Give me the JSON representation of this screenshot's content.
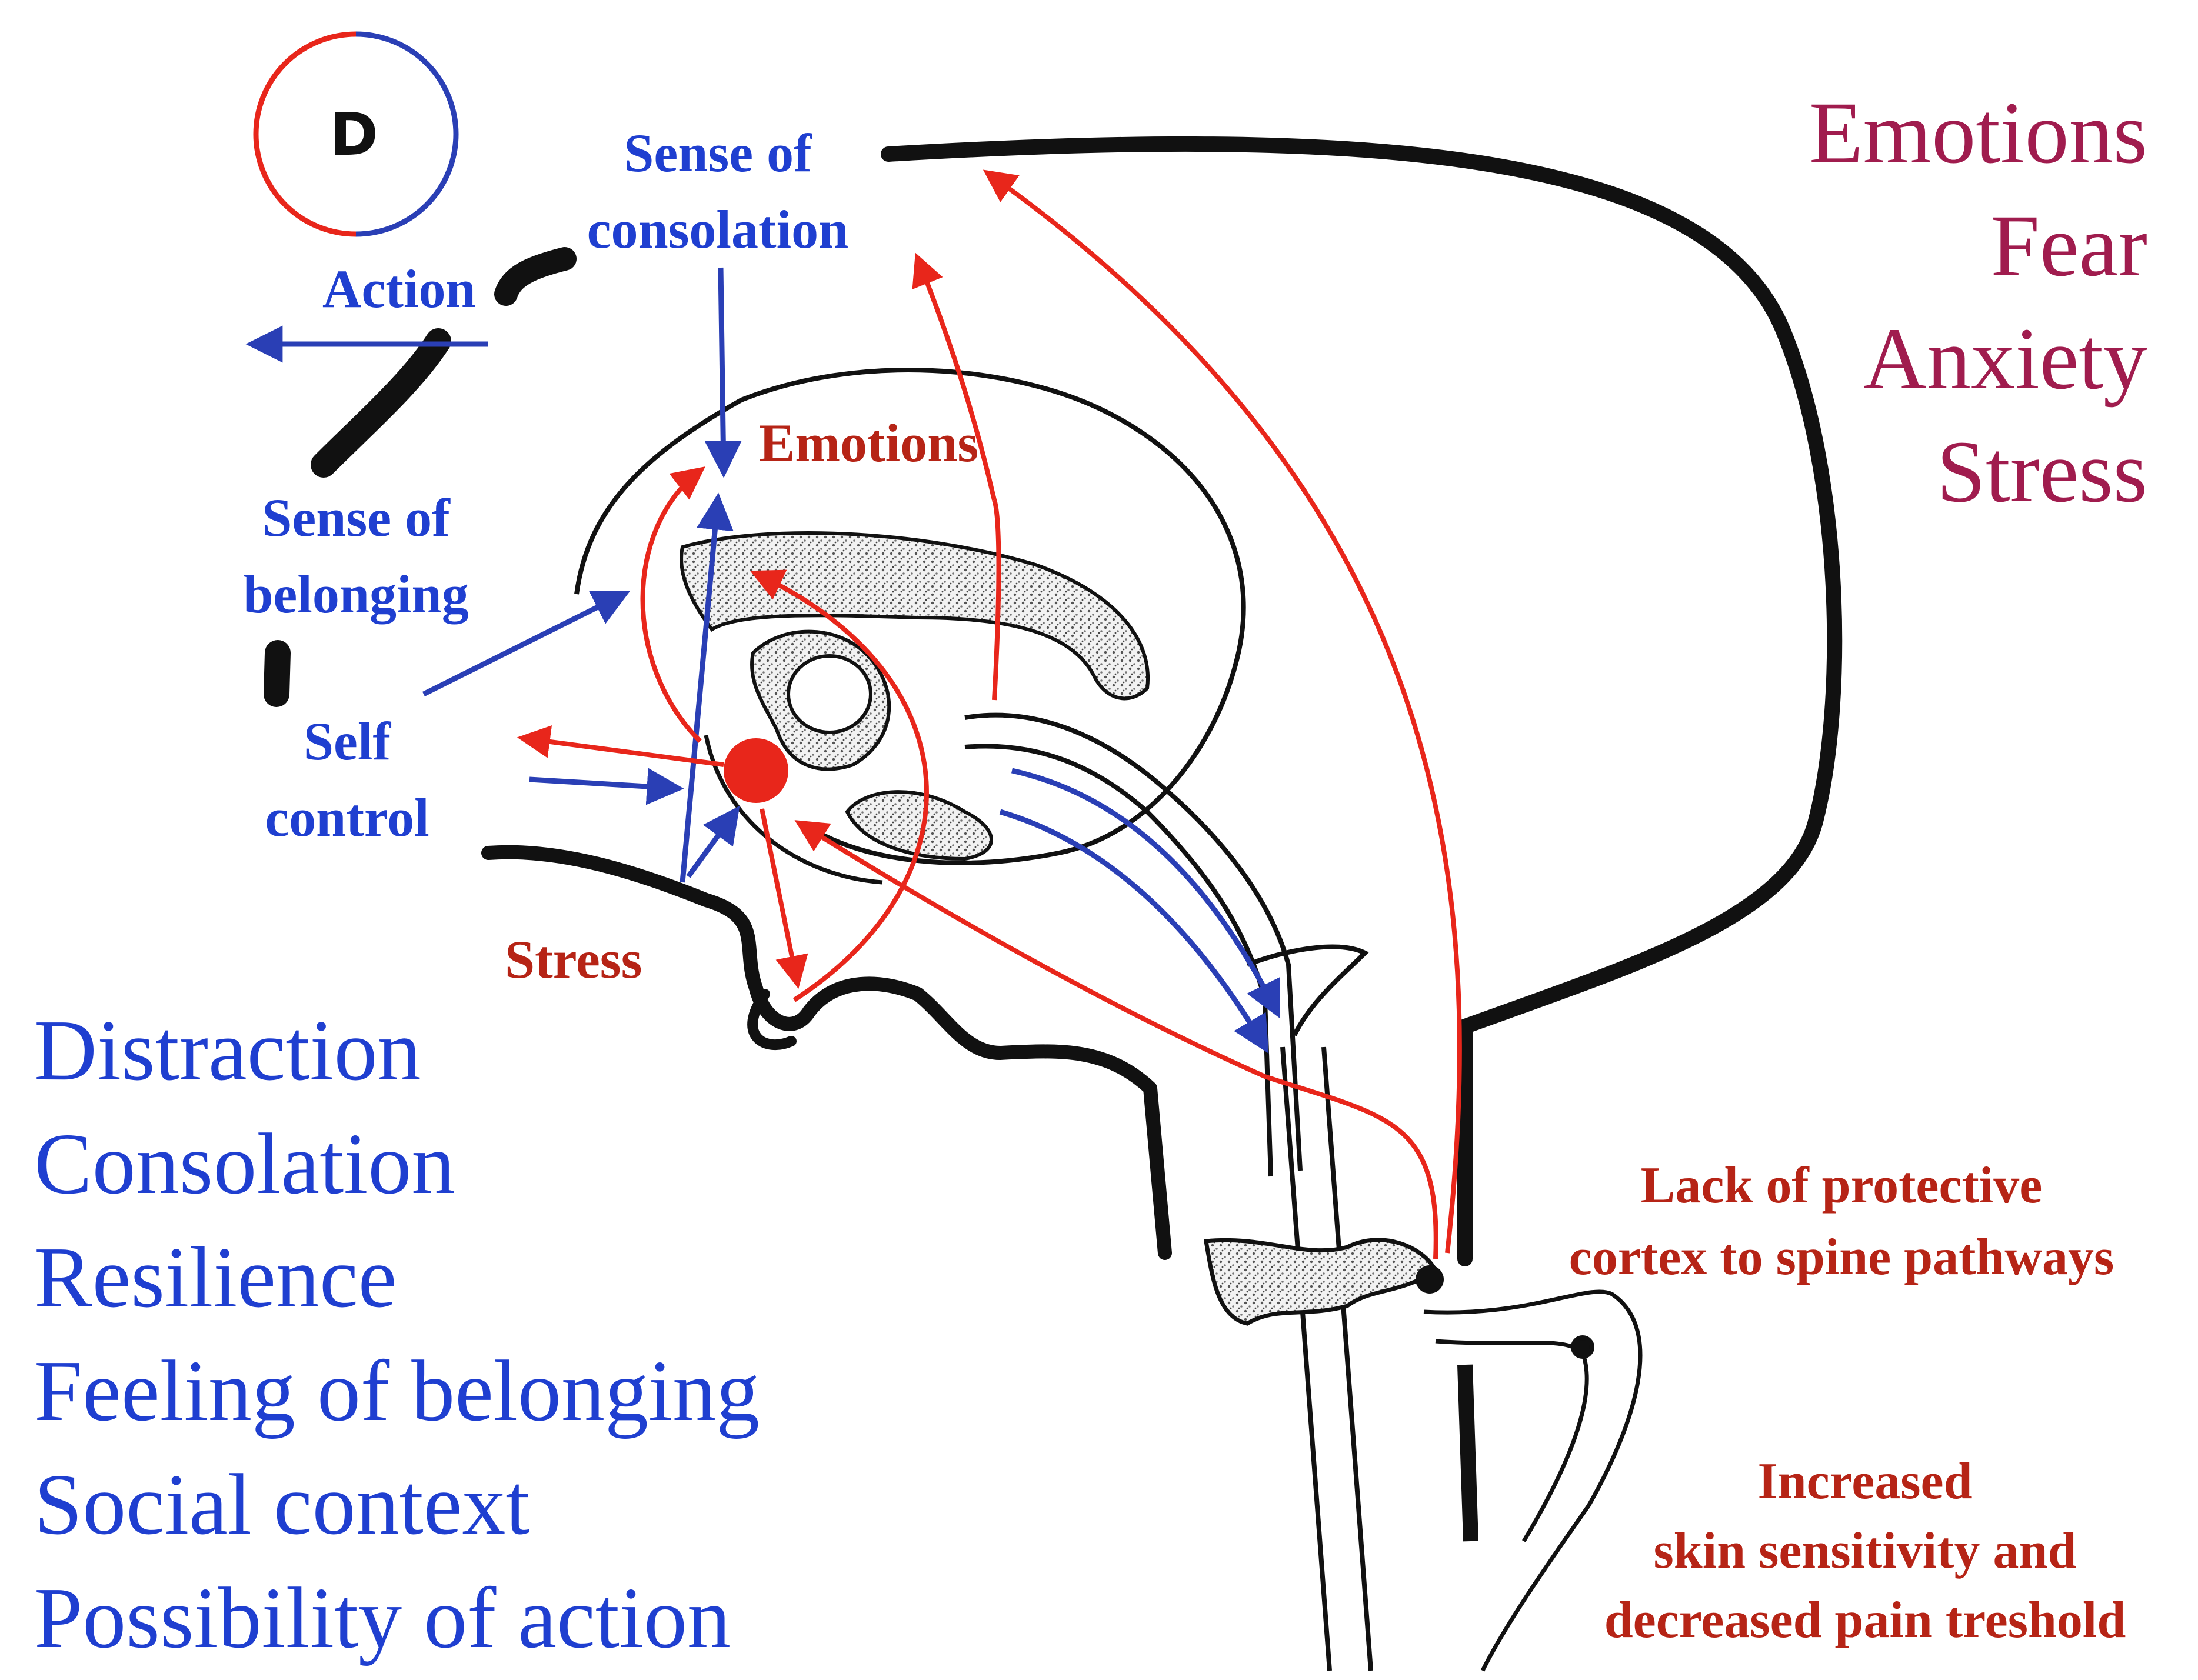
{
  "badge": {
    "letter": "D"
  },
  "labels": {
    "action": "Action",
    "sense_of_consolation": [
      "Sense of",
      "consolation"
    ],
    "emotions_center": "Emotions",
    "sense_of_belonging": [
      "Sense of",
      "belonging"
    ],
    "self_control": [
      "Self",
      "control"
    ],
    "stress": "Stress",
    "lack_of_protective": [
      "Lack of protective",
      "cortex to spine pathways"
    ],
    "increased_sensitivity": [
      "Increased",
      "skin sensitivity and",
      "decreased pain treshold"
    ]
  },
  "right_list": [
    "Emotions",
    "Fear",
    "Anxiety",
    "Stress"
  ],
  "left_list": [
    "Distraction",
    "Consolation",
    "Resilience",
    "Feeling of belonging",
    "Social context",
    "Possibility of action"
  ],
  "colors": {
    "blue_pathway": "#2a3fb5",
    "red_pathway": "#e8261b",
    "outline": "#111111",
    "purple_text": "#a01c4e"
  }
}
